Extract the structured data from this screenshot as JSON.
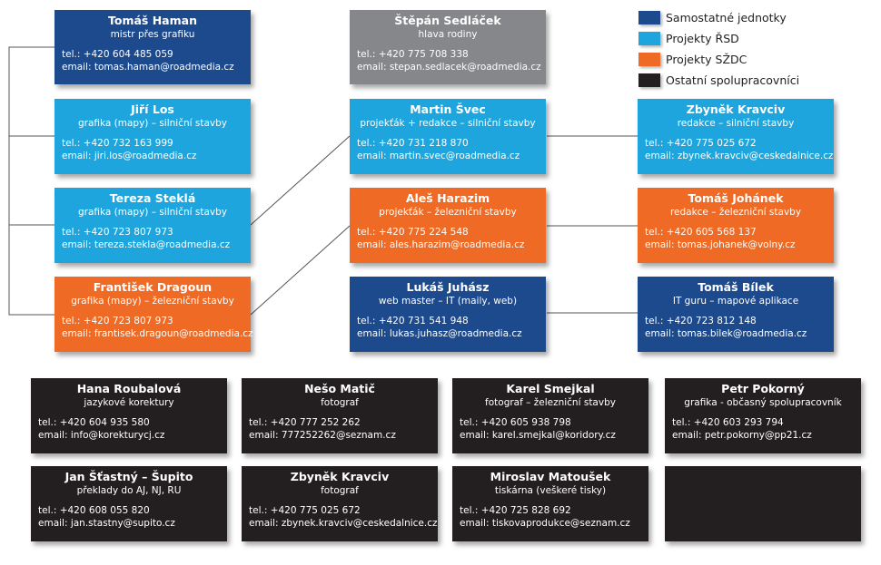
{
  "legend": {
    "items": [
      {
        "label": "Samostatné jednotky",
        "color": "#1d4a8c"
      },
      {
        "label": "Projekty ŘSD",
        "color": "#1ea5de"
      },
      {
        "label": "Projekty SŽDC",
        "color": "#ef6a24"
      },
      {
        "label": "Ostatní spolupracovníci",
        "color": "#231f20"
      }
    ]
  },
  "cards": {
    "haman": {
      "name": "Tomáš Haman",
      "role": "mistr přes grafiku",
      "tel": "tel.: +420 604 485 059",
      "email": "email: tomas.haman@roadmedia.cz"
    },
    "los": {
      "name": "Jiří Los",
      "role": "grafika (mapy) – silniční stavby",
      "tel": "tel.: +420 732 163 999",
      "email": "email: jiri.los@roadmedia.cz"
    },
    "stekla": {
      "name": "Tereza Steklá",
      "role": "grafika (mapy) – silniční stavby",
      "tel": "tel.: +420 723 807 973",
      "email": "email: tereza.stekla@roadmedia.cz"
    },
    "dragoun": {
      "name": "František Dragoun",
      "role": "grafika (mapy) – železniční stavby",
      "tel": "tel.: +420 723 807 973",
      "email": "email: frantisek.dragoun@roadmedia.cz"
    },
    "sedlacek": {
      "name": "Štěpán Sedláček",
      "role": "hlava rodiny",
      "tel": "tel.: +420 775 708 338",
      "email": "email: stepan.sedlacek@roadmedia.cz"
    },
    "svec": {
      "name": "Martin Švec",
      "role": "projekťák + redakce – silniční stavby",
      "tel": "tel.: +420 731 218 870",
      "email": "email: martin.svec@roadmedia.cz"
    },
    "harazim": {
      "name": "Aleš Harazim",
      "role": "projekťák – železniční stavby",
      "tel": "tel.: +420 775 224 548",
      "email": "email: ales.harazim@roadmedia.cz"
    },
    "juhasz": {
      "name": "Lukáš Juhász",
      "role": "web master – IT (maily, web)",
      "tel": "tel.: +420 731 541 948",
      "email": "email: lukas.juhasz@roadmedia.cz"
    },
    "kravciv1": {
      "name": "Zbyněk Kravciv",
      "role": "redakce – silniční stavby",
      "tel": "tel.: +420 775 025 672",
      "email": "email: zbynek.kravciv@ceskedalnice.cz"
    },
    "johanek": {
      "name": "Tomáš Johánek",
      "role": "redakce – železniční stavby",
      "tel": "tel.: +420 605 568 137",
      "email": "email: tomas.johanek@volny.cz"
    },
    "bilek": {
      "name": "Tomáš Bílek",
      "role": "IT guru – mapové aplikace",
      "tel": "tel.: +420 723 812 148",
      "email": "email: tomas.bilek@roadmedia.cz"
    },
    "roubalova": {
      "name": "Hana Roubalová",
      "role": "jazykové korektury",
      "tel": "tel.: +420 604 935 580",
      "email": "email: info@korekturycj.cz"
    },
    "matic": {
      "name": "Nešo Matič",
      "role": "fotograf",
      "tel": "tel.: +420 777 252 262",
      "email": "email: 777252262@seznam.cz"
    },
    "smejkal": {
      "name": "Karel Smejkal",
      "role": "fotograf – železniční stavby",
      "tel": "tel.: +420 605 938 798",
      "email": "email: karel.smejkal@koridory.cz"
    },
    "pokorny": {
      "name": "Petr Pokorný",
      "role": "grafika - občasný spolupracovník",
      "tel": "tel.: +420 603 293 794",
      "email": "email: petr.pokorny@pp21.cz"
    },
    "stastny": {
      "name": "Jan Šťastný – Šupito",
      "role": "překlady do AJ, NJ, RU",
      "tel": "tel.: +420 608 055 820",
      "email": "email: jan.stastny@supito.cz"
    },
    "kravciv2": {
      "name": "Zbyněk Kravciv",
      "role": "fotograf",
      "tel": "tel.: +420 775 025 672",
      "email": "email: zbynek.kravciv@ceskedalnice.cz"
    },
    "matousek": {
      "name": "Miroslav Matoušek",
      "role": "tiskárna (veškeré tisky)",
      "tel": "tel.: +420 725 828 692",
      "email": "email: tiskovaprodukce@seznam.cz"
    }
  }
}
